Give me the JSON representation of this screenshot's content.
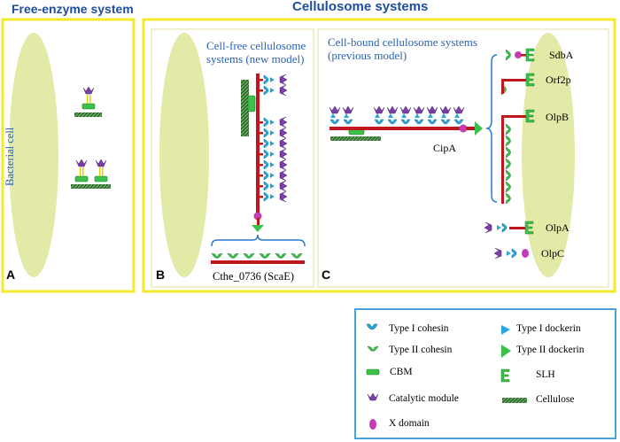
{
  "headers": {
    "free_enzyme": "Free-enzyme system",
    "cellulosome": "Cellulosome systems"
  },
  "panel_a": {
    "letter": "A",
    "cell_label": "Bacterial cell"
  },
  "panel_b": {
    "letter": "B",
    "title_line1": "Cell-free cellulosome",
    "title_line2": "systems (new model)",
    "scaffold_label": "Cthe_0736 (ScaE)"
  },
  "panel_c": {
    "letter": "C",
    "title_line1": "Cell-bound cellulosome systems",
    "title_line2": "(previous model)",
    "cipa_label": "CipA",
    "anchors": [
      "SdbA",
      "Orf2p",
      "OlpB",
      "OlpA",
      "OlpC"
    ]
  },
  "legend": {
    "items": [
      {
        "label": "Type I cohesin",
        "icon": "type-i-cohesin"
      },
      {
        "label": "Type II cohesin",
        "icon": "type-ii-cohesin"
      },
      {
        "label": "CBM",
        "icon": "cbm"
      },
      {
        "label": "Catalytic module",
        "icon": "catalytic-module"
      },
      {
        "label": "X domain",
        "icon": "x-domain"
      },
      {
        "label": "Type I dockerin",
        "icon": "type-i-dockerin"
      },
      {
        "label": "Type II dockerin",
        "icon": "type-ii-dockerin"
      },
      {
        "label": "SLH",
        "icon": "slh"
      },
      {
        "label": "Cellulose",
        "icon": "cellulose"
      }
    ]
  },
  "colors": {
    "frame": "#f5ea2a",
    "cell": "#e3e9a6",
    "scaffold": "#c0161c",
    "cohesin1": "#2aa6dd",
    "cohesin2": "#3cc24a",
    "catalytic": "#7a3fa2",
    "xdomain": "#c43ab9",
    "legend_border": "#4aa3d8"
  }
}
